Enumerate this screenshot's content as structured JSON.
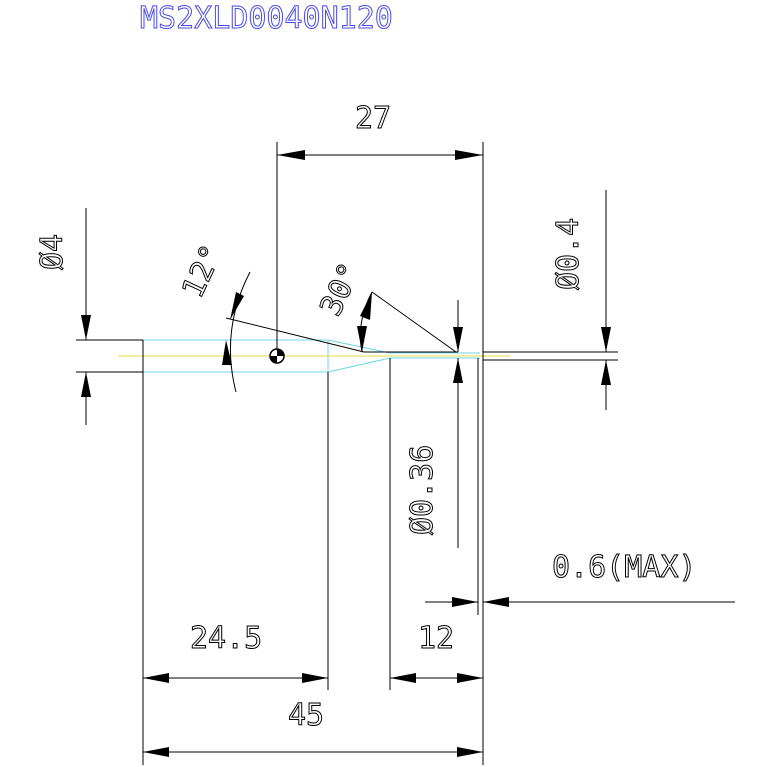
{
  "title": "MS2XLD0040N120",
  "dimensions": {
    "overall_length_upper": "27",
    "shank_diameter": "Ø4",
    "taper_angle_12": "12°",
    "taper_angle_30": "30°",
    "tip_diameter": "Ø0.4",
    "neck_diameter": "Ø0.36",
    "tip_length_max": "0.6(MAX)",
    "shank_length": "24.5",
    "neck_length": "12",
    "overall_length": "45"
  },
  "colors": {
    "drawing": "#000000",
    "title": "#4a4ae6",
    "part_outline": "#6fd6ea",
    "center_axis": "#e8d84a"
  }
}
